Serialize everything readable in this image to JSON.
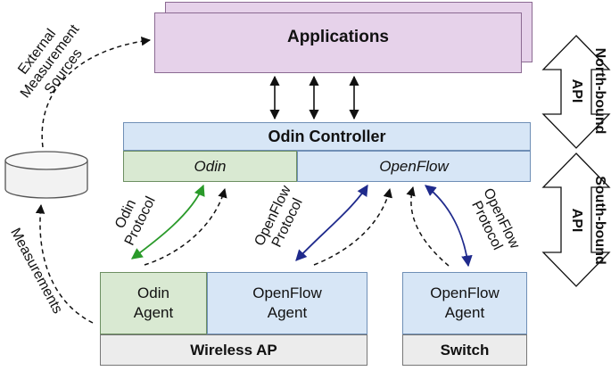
{
  "applications": {
    "label": "Applications"
  },
  "controller": {
    "label": "Odin Controller",
    "odin": "Odin",
    "openflow": "OpenFlow"
  },
  "wireless_ap": {
    "odin_agent": [
      "Odin",
      "Agent"
    ],
    "openflow_agent": [
      "OpenFlow",
      "Agent"
    ],
    "label": "Wireless AP"
  },
  "switch": {
    "openflow_agent": [
      "OpenFlow",
      "Agent"
    ],
    "label": "Switch"
  },
  "left_labels": {
    "external_sources": [
      "External",
      "Measurement",
      "Sources"
    ],
    "measurements": "Measurements"
  },
  "protocols": {
    "odin": [
      "Odin",
      "Protocol"
    ],
    "openflow_ap": [
      "OpenFlow",
      "Protocol"
    ],
    "openflow_switch": [
      "OpenFlow",
      "Protocol"
    ]
  },
  "apis": {
    "north": [
      "North-bound",
      "API"
    ],
    "south": [
      "South-bound",
      "API"
    ]
  },
  "colors": {
    "green_arrow": "#2a9a2a",
    "blue_arrow": "#1f2a8c",
    "black": "#111111"
  }
}
